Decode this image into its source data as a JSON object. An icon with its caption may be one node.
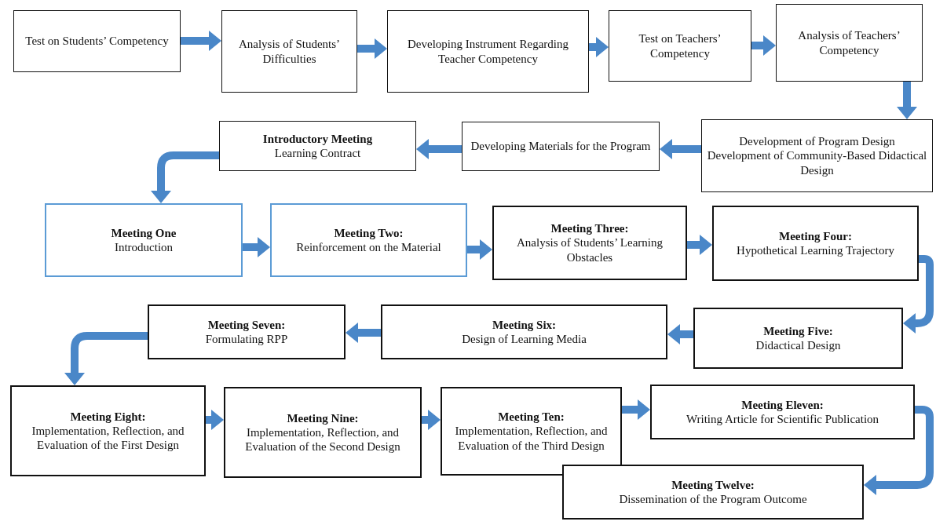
{
  "diagram": {
    "nodes": [
      {
        "text": [
          "Test on Students’ Competency"
        ]
      },
      {
        "text": [
          "Analysis of Students’ Difficulties"
        ]
      },
      {
        "text": [
          "Developing Instrument Regarding Teacher Competency"
        ]
      },
      {
        "text": [
          "Test on Teachers’ Competency"
        ]
      },
      {
        "text": [
          "Analysis of Teachers’ Competency"
        ]
      },
      {
        "text": [
          "Development of Program Design",
          "Development of Community-Based Didactical Design"
        ]
      },
      {
        "text": [
          "Developing Materials for the Program"
        ]
      },
      {
        "text": [
          "Introductory Meeting",
          "Learning Contract"
        ]
      },
      {
        "text": [
          "Meeting One",
          "Introduction"
        ]
      },
      {
        "text": [
          "Meeting Two:",
          "Reinforcement on the Material"
        ]
      },
      {
        "text": [
          "Meeting Three:",
          "Analysis of Students’ Learning Obstacles"
        ]
      },
      {
        "text": [
          "Meeting Four:",
          "Hypothetical Learning Trajectory"
        ]
      },
      {
        "text": [
          "Meeting Five:",
          "Didactical Design"
        ]
      },
      {
        "text": [
          "Meeting Six:",
          "Design of Learning Media"
        ]
      },
      {
        "text": [
          "Meeting Seven:",
          "Formulating RPP"
        ]
      },
      {
        "text": [
          "Meeting Eight:",
          "Implementation, Reflection, and Evaluation of the First Design"
        ]
      },
      {
        "text": [
          "Meeting Nine:",
          "Implementation, Reflection, and Evaluation of the Second Design"
        ]
      },
      {
        "text": [
          "Meeting Ten:",
          "Implementation, Reflection, and Evaluation of the Third Design"
        ]
      },
      {
        "text": [
          "Meeting Eleven:",
          "Writing Article for Scientific Publication"
        ]
      },
      {
        "text": [
          "Meeting Twelve:",
          "Dissemination of the Program Outcome"
        ]
      }
    ],
    "edges": [
      {
        "from": 0,
        "to": 1,
        "arrow": "to"
      },
      {
        "from": 1,
        "to": 2,
        "arrow": "to"
      },
      {
        "from": 2,
        "to": 3,
        "arrow": "to"
      },
      {
        "from": 3,
        "to": 4,
        "arrow": "to"
      },
      {
        "from": 4,
        "to": 5,
        "arrow": "to"
      },
      {
        "from": 5,
        "to": 6,
        "arrow": "to"
      },
      {
        "from": 6,
        "to": 7,
        "arrow": "to"
      },
      {
        "from": 7,
        "to": 8,
        "arrow": "to"
      },
      {
        "from": 8,
        "to": 9,
        "arrow": "to"
      },
      {
        "from": 9,
        "to": 10,
        "arrow": "to"
      },
      {
        "from": 10,
        "to": 11,
        "arrow": "to"
      },
      {
        "from": 11,
        "to": 12,
        "arrow": "to"
      },
      {
        "from": 12,
        "to": 13,
        "arrow": "to"
      },
      {
        "from": 13,
        "to": 14,
        "arrow": "to"
      },
      {
        "from": 14,
        "to": 15,
        "arrow": "to"
      },
      {
        "from": 15,
        "to": 16,
        "arrow": "to"
      },
      {
        "from": 16,
        "to": 17,
        "arrow": "to"
      },
      {
        "from": 17,
        "to": 18,
        "arrow": "to"
      },
      {
        "from": 18,
        "to": 19,
        "arrow": "to"
      }
    ]
  }
}
